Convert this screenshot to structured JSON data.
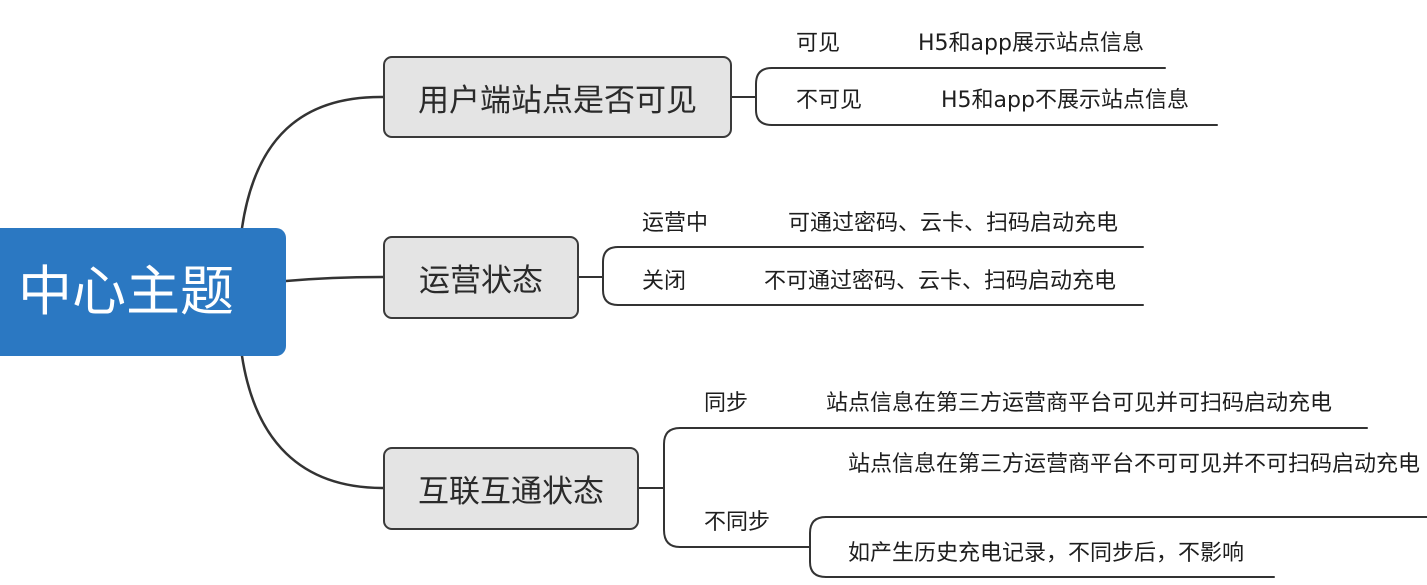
{
  "central_topic": "中心主题",
  "branches": [
    {
      "label": "用户端站点是否可见",
      "items": [
        {
          "label": "可见",
          "detail": "H5和app展示站点信息"
        },
        {
          "label": "不可见",
          "detail": "H5和app不展示站点信息"
        }
      ]
    },
    {
      "label": "运营状态",
      "items": [
        {
          "label": "运营中",
          "detail": "可通过密码、云卡、扫码启动充电"
        },
        {
          "label": "关闭",
          "detail": "不可通过密码、云卡、扫码启动充电"
        }
      ]
    },
    {
      "label": "互联互通状态",
      "items": [
        {
          "label": "同步",
          "detail": "站点信息在第三方运营商平台可见并可扫码启动充电"
        },
        {
          "label": "不同步",
          "details": [
            "站点信息在第三方运营商平台不可可见并不可扫码启动充电",
            "如产生历史充电记录，不同步后，不影响"
          ]
        }
      ]
    }
  ],
  "colors": {
    "central_fill": "#2b78c2",
    "central_text": "#ffffff",
    "topic_fill": "#e4e4e4",
    "topic_border": "#3a3a3a",
    "line": "#333333"
  }
}
